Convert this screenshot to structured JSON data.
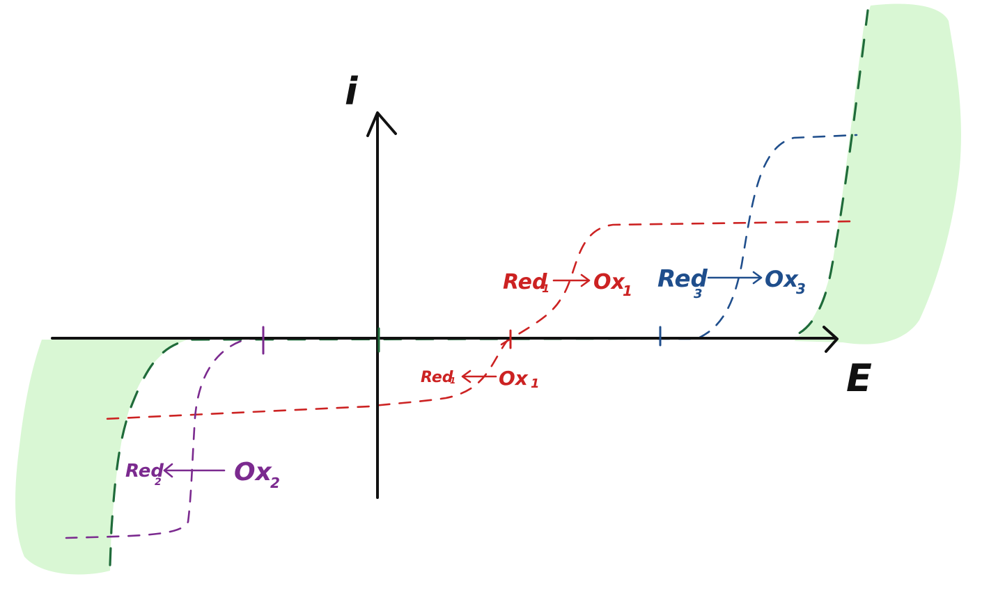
{
  "axes": {
    "y_label": "i",
    "x_label": "E"
  },
  "reactions": {
    "ox1": {
      "main": "Red",
      "sub": "1",
      "arrow": "→",
      "main2": "Ox",
      "sub2": "1"
    },
    "red1": {
      "main": "Red",
      "sub": "1",
      "arrow": "←",
      "main2": "Ox",
      "sub2": "1"
    },
    "ox3": {
      "main": "Red",
      "sub": "3",
      "arrow": "→",
      "main2": "Ox",
      "sub2": "3"
    },
    "red2": {
      "main": "Red",
      "sub": "2",
      "arrow": "←",
      "main2": "Ox",
      "sub2": "2"
    }
  },
  "colors": {
    "axis": "#111111",
    "couple1": "#cc2222",
    "couple2": "#7b2a8f",
    "couple3": "#1f4e8c",
    "solvent": "#1f6b3a",
    "solvent_fill": "#d9f7d4"
  }
}
